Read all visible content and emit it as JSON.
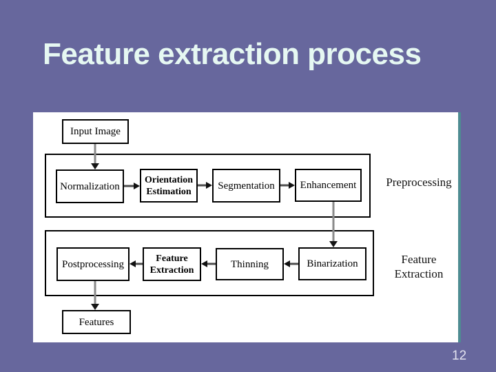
{
  "slide": {
    "title": "Feature extraction process",
    "page_number": "12"
  },
  "diagram": {
    "input_box_label": "Input Image",
    "preprocessing": {
      "group_label": "Preprocessing",
      "steps": [
        "Normalization",
        "Orientation Estimation",
        "Segmentation",
        "Enhancement"
      ]
    },
    "feature_extraction": {
      "group_label_line1": "Feature",
      "group_label_line2": "Extraction",
      "steps": [
        "Postprocessing",
        "Feature Extraction",
        "Thinning",
        "Binarization"
      ]
    },
    "features_box_label": "Features"
  },
  "colors": {
    "background": "#67679D",
    "title_text": "#E6F8F2",
    "panel_background": "#FFFFFF",
    "panel_edge_accent": "#4E8C92",
    "box_border": "#000000",
    "connector_gray": "#8A8A8A",
    "page_number_text": "#E3E3EF"
  }
}
